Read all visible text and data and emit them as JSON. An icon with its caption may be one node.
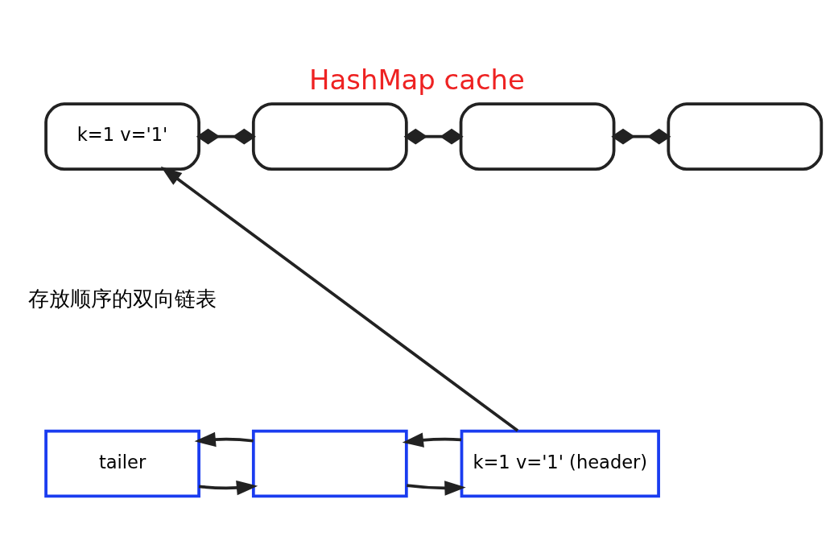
{
  "diagram": {
    "title": "HashMap cache",
    "nodes": [
      {
        "text": [
          "k=1 v='1'"
        ]
      },
      {
        "text": [],
        "shape": "box"
      },
      {
        "text": [],
        "shape": "box"
      },
      {
        "text": [],
        "shape": "box"
      },
      {
        "text": [
          "tailer"
        ]
      },
      {
        "text": [],
        "shape": "box"
      },
      {
        "text": [
          "k=1 v='1' (header)"
        ]
      }
    ],
    "edges": [
      {
        "from": 0,
        "to": 1,
        "arrow": "other"
      },
      {
        "from": 1,
        "to": 2,
        "arrow": "other"
      },
      {
        "from": 2,
        "to": 3,
        "arrow": "other"
      },
      {
        "from": 6,
        "to": 0,
        "arrow": "to"
      },
      {
        "from": 4,
        "to": 5,
        "arrow": "to"
      },
      {
        "from": 5,
        "to": 4,
        "arrow": "to"
      },
      {
        "from": 5,
        "to": 6,
        "arrow": "to"
      },
      {
        "from": 6,
        "to": 5,
        "arrow": "to"
      }
    ],
    "labels": [
      "存放顺序的双向链表"
    ]
  }
}
